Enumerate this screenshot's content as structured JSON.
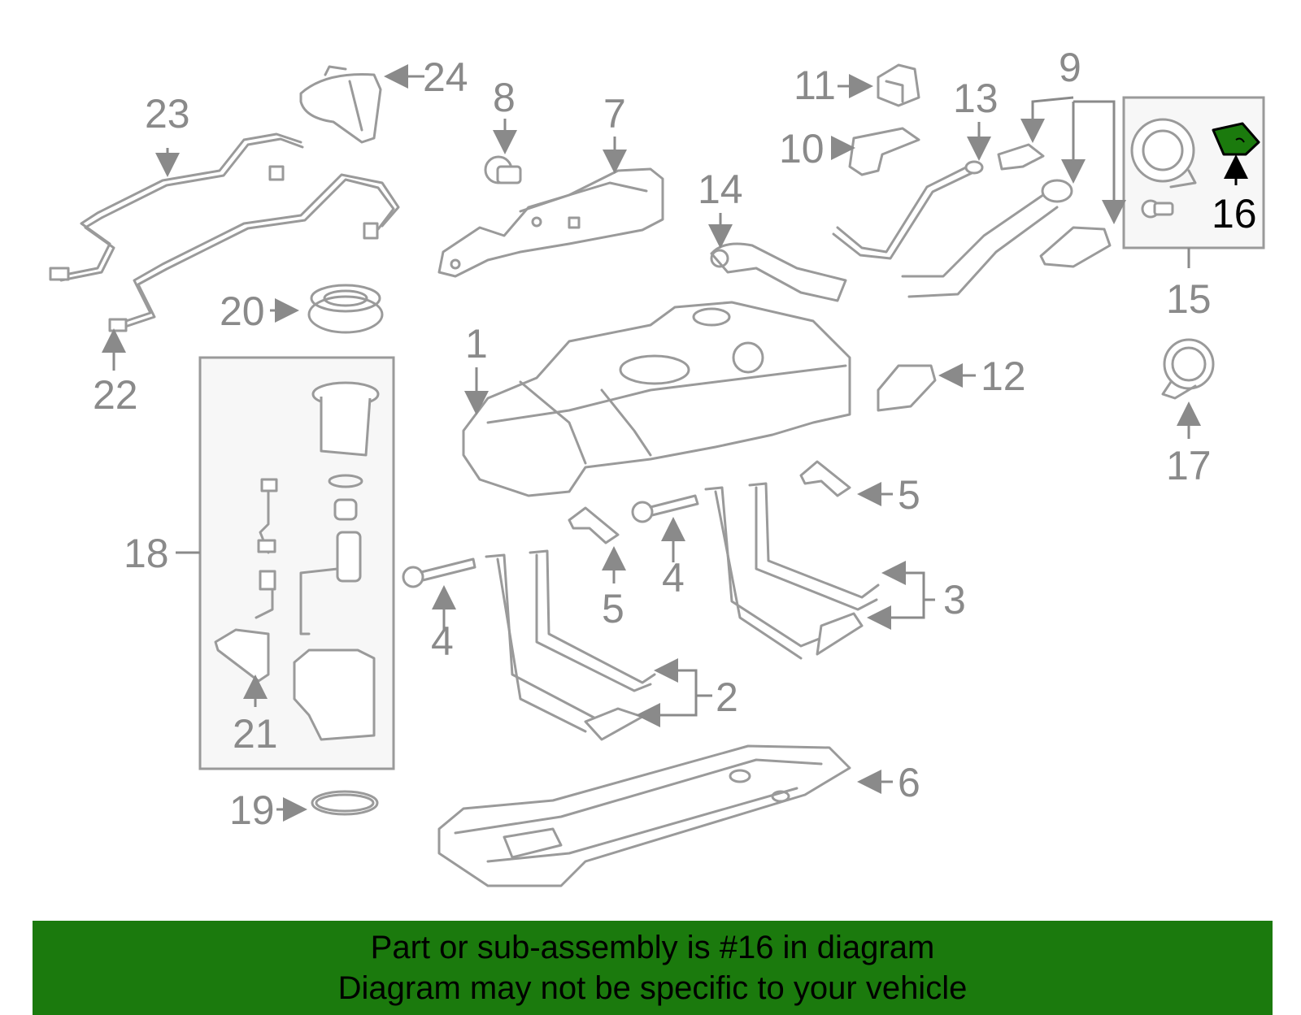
{
  "diagram": {
    "highlighted_part": "16",
    "highlight_color": "#1b7a0d",
    "labels": {
      "p1": "1",
      "p2": "2",
      "p3": "3",
      "p4a": "4",
      "p4b": "4",
      "p5a": "5",
      "p5b": "5",
      "p6": "6",
      "p7": "7",
      "p8": "8",
      "p9": "9",
      "p10": "10",
      "p11": "11",
      "p12": "12",
      "p13": "13",
      "p14": "14",
      "p15": "15",
      "p16": "16",
      "p17": "17",
      "p18": "18",
      "p19": "19",
      "p20": "20",
      "p21": "21",
      "p22": "22",
      "p23": "23",
      "p24": "24"
    }
  },
  "footer": {
    "line1": "Part or sub-assembly is #16 in diagram",
    "line2": "Diagram may not be specific to your vehicle",
    "background": "#1b7a0d"
  }
}
